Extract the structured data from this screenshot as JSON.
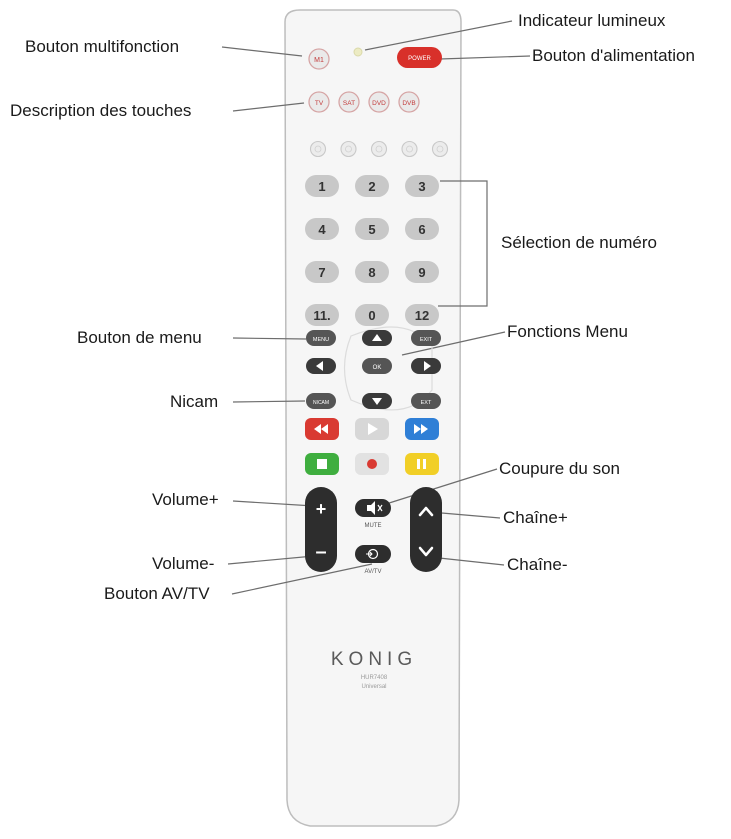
{
  "labels": {
    "multifunction": "Bouton multifonction",
    "indicator": "Indicateur lumineux",
    "power": "Bouton d'alimentation",
    "key_description": "Description des touches",
    "number_selection": "Sélection de numéro",
    "menu_button": "Bouton de menu",
    "menu_functions": "Fonctions Menu",
    "nicam": "Nicam",
    "mute": "Coupure du son",
    "volume_up": "Volume+",
    "channel_up": "Chaîne+",
    "volume_down": "Volume-",
    "channel_down": "Chaîne-",
    "av_tv": "Bouton AV/TV"
  },
  "remote": {
    "brand": "KONIG",
    "brand_sub1": "HUR7408",
    "brand_sub2": "Universal",
    "multi_key": "M1",
    "power_key": "POWER",
    "source_keys": [
      "TV",
      "SAT",
      "DVD",
      "DVB"
    ],
    "number_keys": [
      "1",
      "2",
      "3",
      "4",
      "5",
      "6",
      "7",
      "8",
      "9",
      "11.",
      "0",
      "12"
    ],
    "menu_key": "MENU",
    "exit_key": "EXIT",
    "ok_key": "OK",
    "nicam_key": "NICAM",
    "extra_key": "EXT",
    "mute_caption": "MUTE",
    "avtv_caption": "AV/TV",
    "colors": {
      "red": "#d93a32",
      "blue": "#2f7fd6",
      "green": "#3fae3f",
      "yellow": "#f1cf27",
      "dark": "#2d2d2d",
      "key_grey": "#c8c8c8",
      "power": "#d8302a"
    }
  }
}
